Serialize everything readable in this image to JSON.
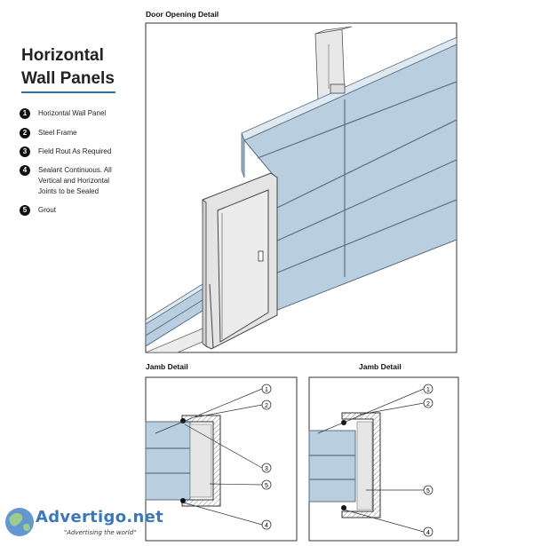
{
  "title": {
    "line1": "Horizontal",
    "line2": "Wall Panels"
  },
  "legend": [
    {
      "num": "1",
      "text": "Horizontal Wall Panel"
    },
    {
      "num": "2",
      "text": "Steel Frame"
    },
    {
      "num": "3",
      "text": "Field Rout As Required"
    },
    {
      "num": "4",
      "text": "Sealant Continuous.  All Vertical and Horizontal Joints to be Sealed"
    },
    {
      "num": "5",
      "text": "Grout"
    }
  ],
  "door_detail": {
    "title": "Door Opening Detail"
  },
  "jamb_left": {
    "title": "Jamb Detail",
    "callouts": [
      "1",
      "2",
      "3",
      "5",
      "4"
    ]
  },
  "jamb_right": {
    "title": "Jamb Detail",
    "callouts": [
      "1",
      "2",
      "5",
      "4"
    ]
  },
  "watermark": {
    "brand": "Advertigo.net",
    "tagline": "\"Advertising  the world\""
  },
  "colors": {
    "panel": "#b9cfe0",
    "panel_edge": "#5a6f82",
    "steel": "#e6e6e6",
    "grout_hatch": "#888888"
  }
}
